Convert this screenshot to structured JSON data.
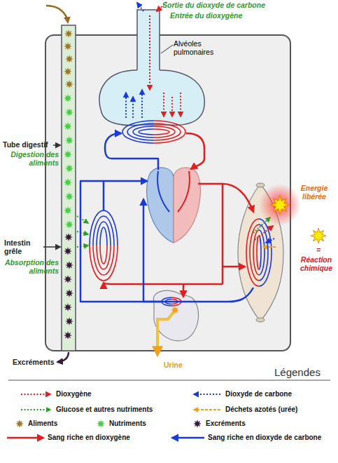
{
  "diagram": {
    "nodes": [
      {
        "text": [
          "Alvéoles pulmonaires"
        ]
      }
    ],
    "labels": [
      "Sortie du dioxyde de carbone",
      "Entrée du dioxygène",
      "Tube digestif",
      "Digestion des aliments",
      "Energie libérée",
      "=",
      "Réaction chimique",
      "Intestin grêle",
      "Absorption des aliments",
      "Excréments",
      "Urine",
      "Légendes"
    ],
    "legend": [
      {
        "text": "Dioxygène"
      },
      {
        "text": "Dioxyde de carbone"
      },
      {
        "text": "Glucose et autres nutriments"
      },
      {
        "text": "Déchets azotés (urée)"
      },
      {
        "text": "Aliments"
      },
      {
        "text": "Nutriments"
      },
      {
        "text": "Excréments"
      },
      {
        "text": "Sang riche en dioxygène"
      },
      {
        "text": "Sang riche en dioxyde de carbone"
      }
    ]
  }
}
